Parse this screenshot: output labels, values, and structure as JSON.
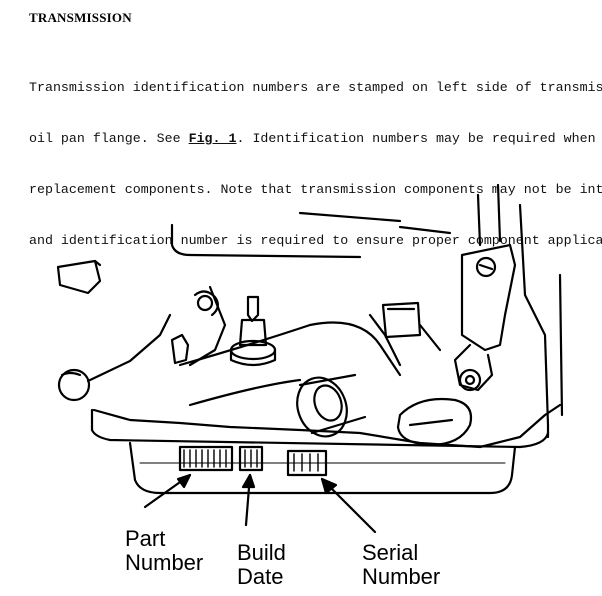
{
  "document": {
    "heading": "TRANSMISSION",
    "paragraph": {
      "line1": "Transmission identification numbers are stamped on left side of transmis",
      "line2_before": "oil pan flange. See ",
      "fig_link": "Fig. 1",
      "line2_after": ". Identification numbers may be required when",
      "line3": "replacement components. Note that transmission components may not be int",
      "line4": "and identification number is required to ensure proper component applica"
    }
  },
  "figure": {
    "callouts": {
      "part_number": [
        "Part",
        "Number"
      ],
      "build_date": [
        "Build",
        "Date"
      ],
      "serial_number": [
        "Serial",
        "Number"
      ]
    }
  }
}
